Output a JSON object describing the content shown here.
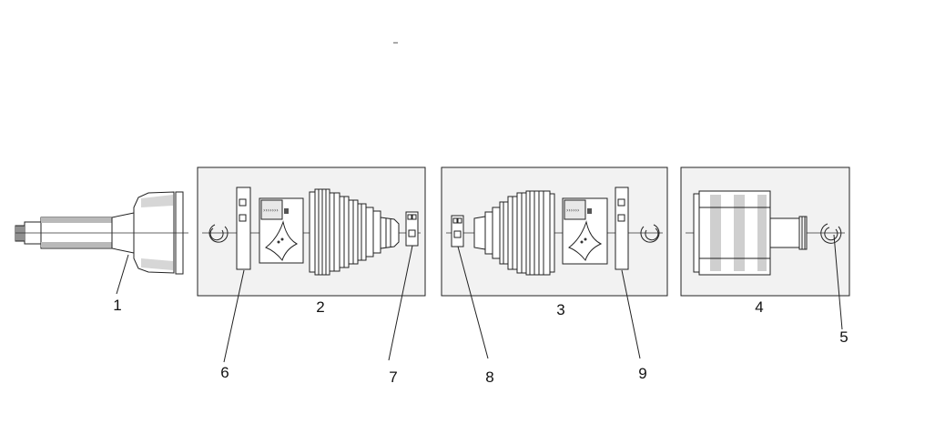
{
  "diagram": {
    "callouts": {
      "p1": "1",
      "p2": "2",
      "p3": "3",
      "p4": "4",
      "p5": "5",
      "p6": "6",
      "p7": "7",
      "p8": "8",
      "p9": "9"
    },
    "colors": {
      "line": "#222222",
      "kit_fill": "#f2f2f2",
      "part_fill": "#ffffff",
      "shading": "#b9b9b9"
    }
  }
}
